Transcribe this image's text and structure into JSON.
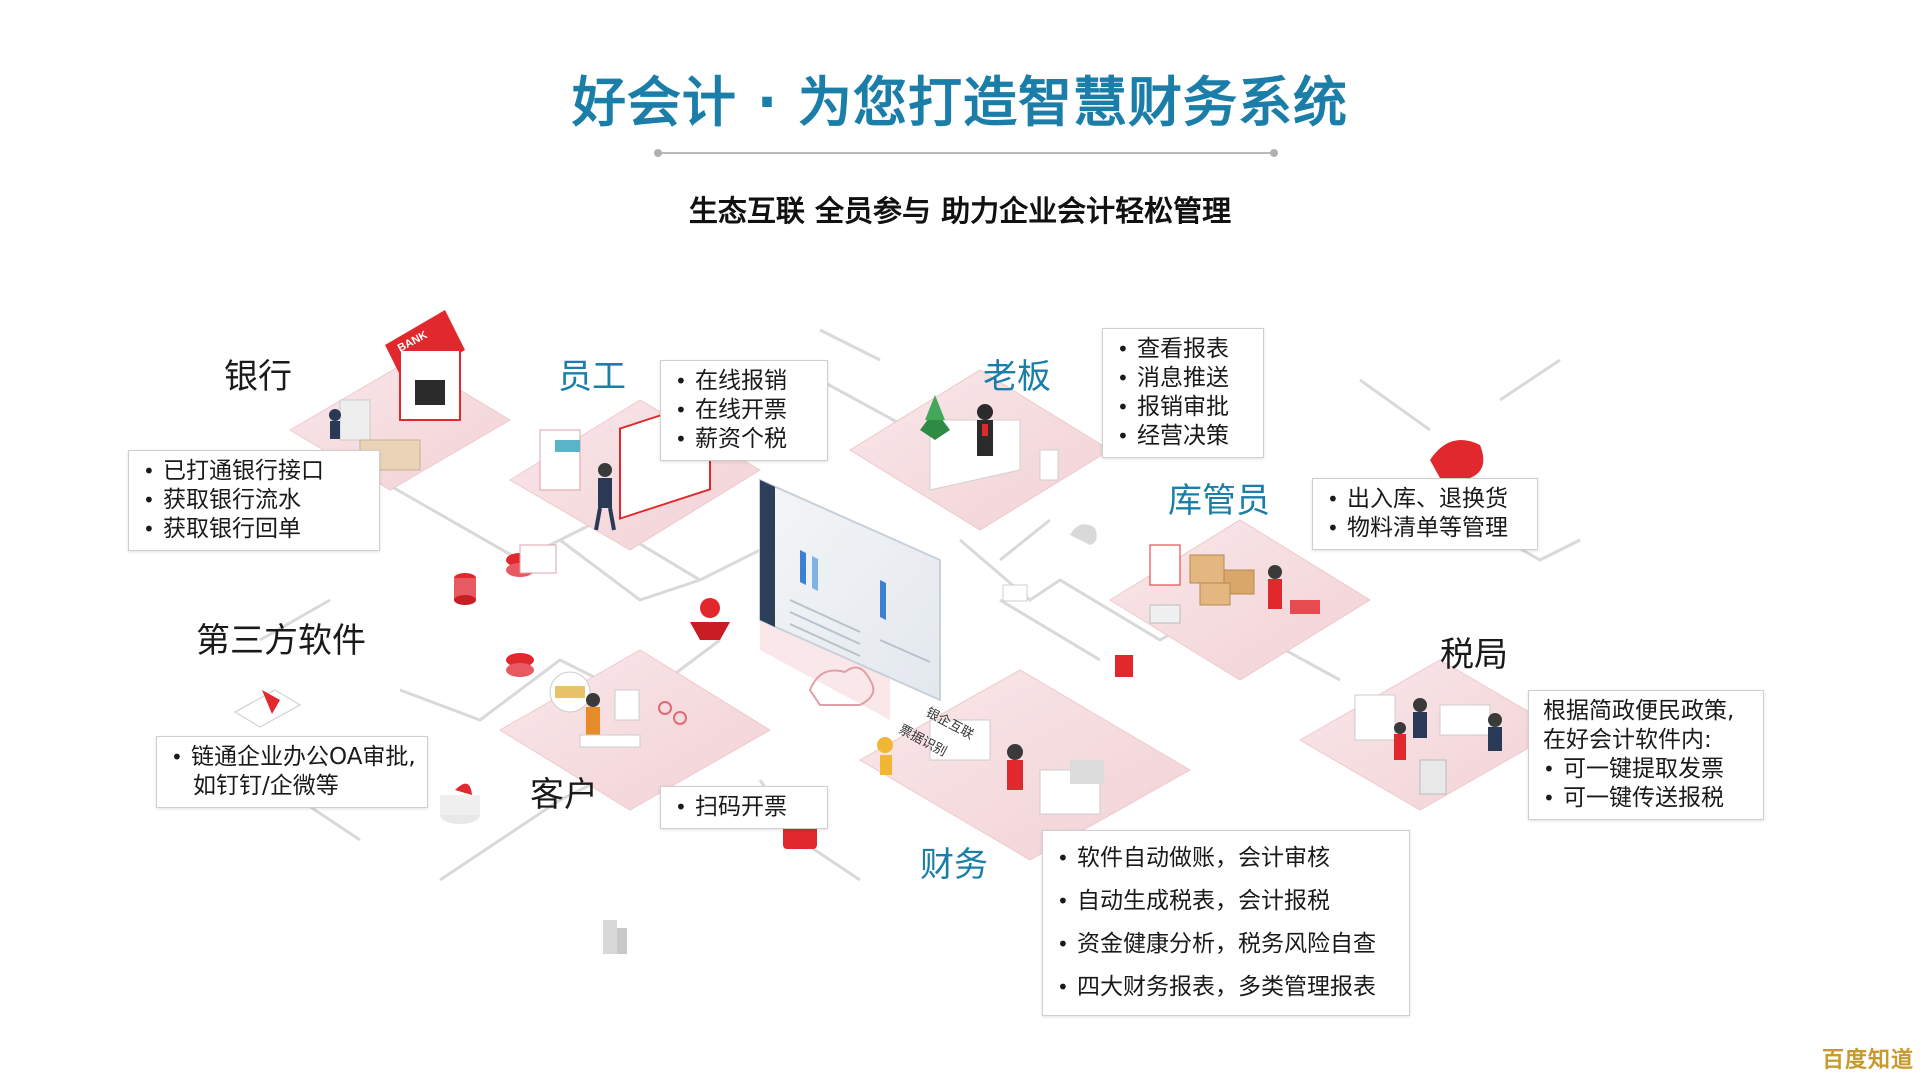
{
  "header": {
    "title": "好会计 · 为您打造智慧财务系统",
    "subtitle": "生态互联 全员参与 助力企业会计轻松管理"
  },
  "nodes": {
    "bank": {
      "label": "银行",
      "items": [
        "已打通银行接口",
        "获取银行流水",
        "获取银行回单"
      ]
    },
    "employee": {
      "label": "员工",
      "items": [
        "在线报销",
        "在线开票",
        "薪资个税"
      ]
    },
    "boss": {
      "label": "老板",
      "items": [
        "查看报表",
        "消息推送",
        "报销审批",
        "经营决策"
      ]
    },
    "warehouse": {
      "label": "库管员",
      "items": [
        "出入库、退换货",
        "物料清单等管理"
      ]
    },
    "third_party": {
      "label": "第三方软件",
      "items": [
        "链通企业办公OA审批,",
        "如钉钉/企微等"
      ]
    },
    "customer": {
      "label": "客户",
      "items": [
        "扫码开票"
      ]
    },
    "finance": {
      "label": "财务",
      "items": [
        "软件自动做账，会计审核",
        "自动生成税表，会计报税",
        "资金健康分析，税务风险自查",
        "四大财务报表，多类管理报表"
      ]
    },
    "tax": {
      "label": "税局",
      "intro": [
        "根据简政便民政策,",
        "在好会计软件内:"
      ],
      "items": [
        "可一键提取发票",
        "可一键传送报税"
      ]
    }
  },
  "illustration_text": {
    "bank_sign": "BANK",
    "finance_tag_1": "银企互联",
    "finance_tag_2": "票据识别"
  },
  "watermark": "百度知道",
  "colors": {
    "title_blue": "#1a7ea8",
    "accent_red": "#e0282d",
    "platform_pink": "#f6dde0",
    "line_gray": "#d6d6d6"
  }
}
